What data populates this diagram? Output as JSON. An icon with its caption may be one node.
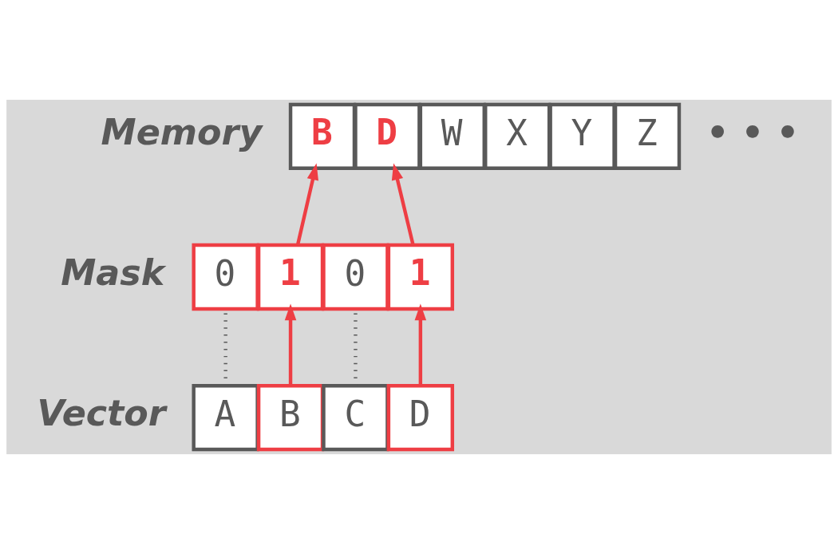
{
  "diagram": {
    "nodes": [
      {
        "text": [
          "B"
        ]
      },
      {
        "text": [
          "D"
        ]
      },
      {
        "text": [
          "W"
        ]
      },
      {
        "text": [
          "X"
        ]
      },
      {
        "text": [
          "Y"
        ]
      },
      {
        "text": [
          "Z"
        ]
      },
      {
        "text": [
          "0"
        ]
      },
      {
        "text": [
          "1"
        ]
      },
      {
        "text": [
          "0"
        ]
      },
      {
        "text": [
          "1"
        ]
      },
      {
        "text": [
          "A"
        ]
      },
      {
        "text": [
          "B"
        ]
      },
      {
        "text": [
          "C"
        ]
      },
      {
        "text": [
          "D"
        ]
      }
    ],
    "edges": [
      {
        "from": 10,
        "to": 6,
        "arrow": "none",
        "style": "dashed",
        "color": "#595959"
      },
      {
        "from": 11,
        "to": 7,
        "arrow": "to"
      },
      {
        "from": 12,
        "to": 8,
        "arrow": "none",
        "style": "dashed",
        "color": "#595959"
      },
      {
        "from": 13,
        "to": 9,
        "arrow": "to"
      },
      {
        "from": 7,
        "to": 0,
        "arrow": "to"
      },
      {
        "from": 9,
        "to": 1,
        "arrow": "to"
      }
    ],
    "labels": [
      "Memory",
      "• • •",
      "Mask",
      "Vector"
    ]
  }
}
